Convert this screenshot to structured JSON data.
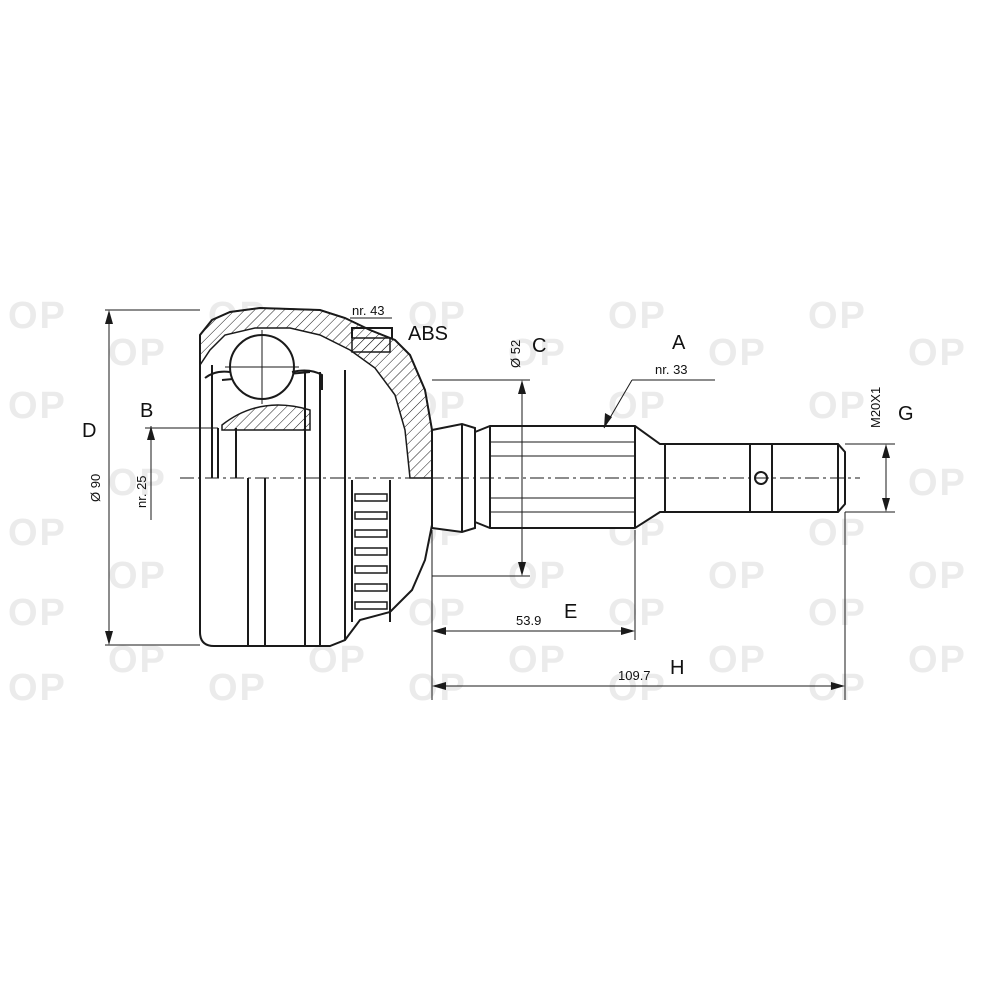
{
  "watermark": "OP",
  "labels": {
    "A": "A",
    "B": "B",
    "C": "C",
    "D": "D",
    "E": "E",
    "G": "G",
    "H": "H",
    "abs": "ABS"
  },
  "annotations": {
    "teeth_abs": "nr. 43",
    "teeth_outer": "nr. 33",
    "teeth_inner": "nr. 25",
    "diameter_outer": "Ø 90",
    "diameter_seal": "Ø 52",
    "length_e": "53.9",
    "length_h": "109.7",
    "thread": "M20X1"
  },
  "colors": {
    "line": "#1a1a1a",
    "watermark": "#ebebeb"
  }
}
